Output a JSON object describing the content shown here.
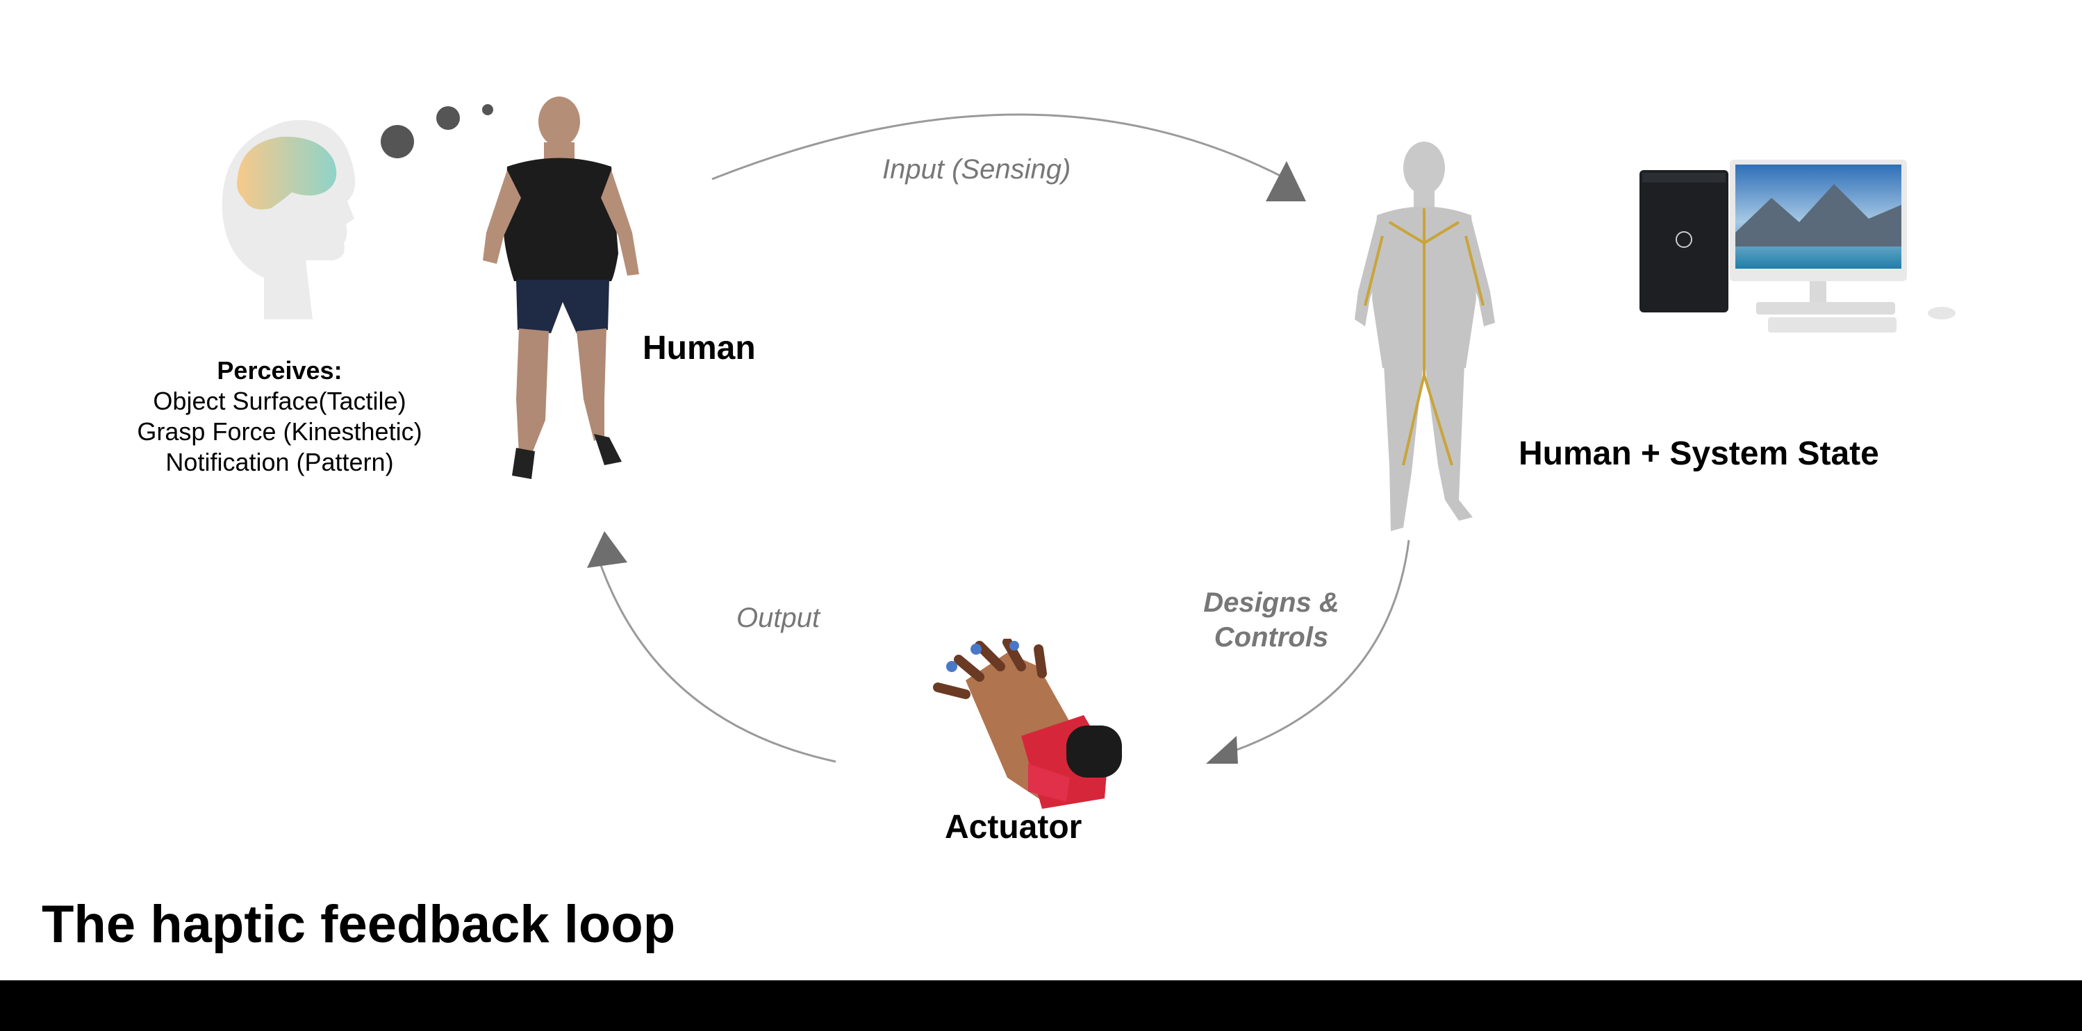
{
  "title": "The haptic feedback loop",
  "nodes": {
    "human": {
      "label": "Human"
    },
    "state": {
      "label": "Human + System State"
    },
    "actuator": {
      "label": "Actuator"
    }
  },
  "perceives": {
    "heading": "Perceives:",
    "items": [
      "Object Surface(Tactile)",
      "Grasp Force (Kinesthetic)",
      "Notification (Pattern)"
    ]
  },
  "edges": {
    "input": "Input (Sensing)",
    "designs_line1": "Designs &",
    "designs_line2": "Controls",
    "output": "Output"
  },
  "colors": {
    "arrow": "#9a9a9a",
    "arrowhead": "#6e6e6e",
    "edge_text": "#777777",
    "bottom_bar": "#000000"
  }
}
